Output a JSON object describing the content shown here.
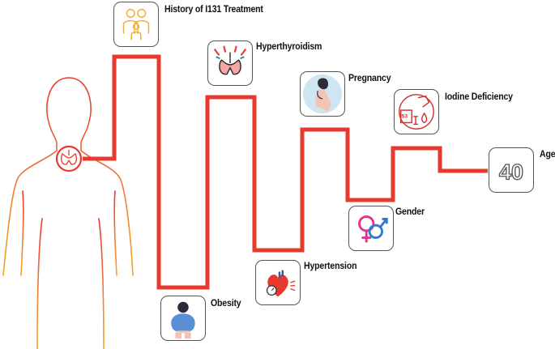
{
  "factors": [
    {
      "id": "history",
      "label": "History of I131 Treatment",
      "icon": "family-icon"
    },
    {
      "id": "hyperthyroidism",
      "label": "Hyperthyroidism",
      "icon": "thyroid-gland-icon"
    },
    {
      "id": "pregnancy",
      "label": "Pregnancy",
      "icon": "pregnant-woman-icon"
    },
    {
      "id": "iodine",
      "label": "Iodine Deficiency",
      "icon": "iodine-flask-icon",
      "badge": "53",
      "element": "I"
    },
    {
      "id": "age",
      "label": "Age",
      "icon": "age-number-icon",
      "value": "40"
    },
    {
      "id": "gender",
      "label": "Gender",
      "icon": "gender-symbols-icon"
    },
    {
      "id": "hypertension",
      "label": "Hypertension",
      "icon": "heart-blood-pressure-icon"
    },
    {
      "id": "obesity",
      "label": "Obesity",
      "icon": "obese-person-icon"
    }
  ],
  "colors": {
    "path": "#e8392f",
    "card_border": "#555555",
    "body_outline_top": "#e8392f",
    "body_outline_bottom": "#f5a623",
    "text": "#111111"
  }
}
